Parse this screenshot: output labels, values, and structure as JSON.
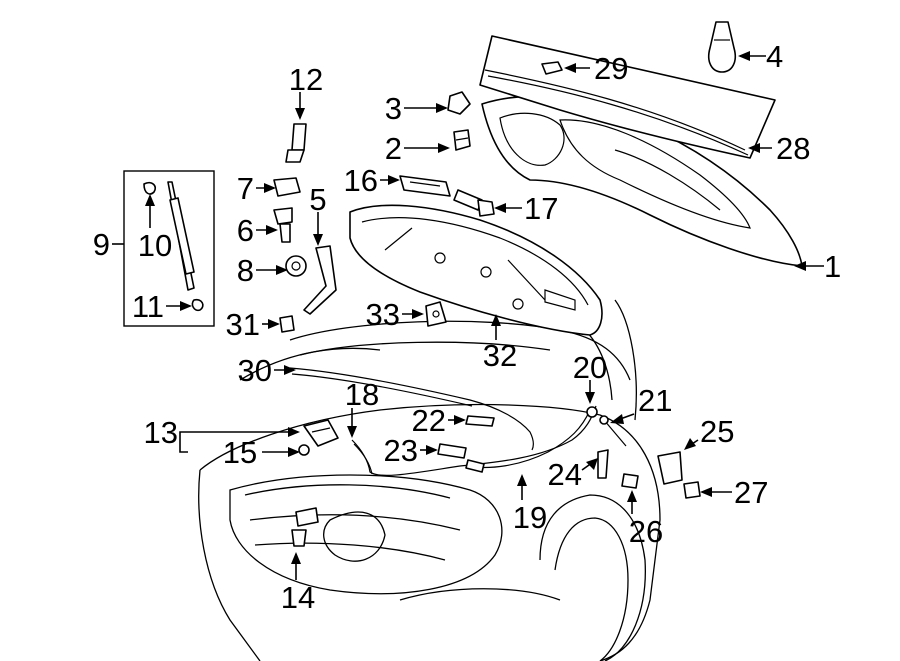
{
  "callouts": [
    "1",
    "2",
    "3",
    "4",
    "5",
    "6",
    "7",
    "8",
    "9",
    "10",
    "11",
    "12",
    "13",
    "14",
    "15",
    "16",
    "17",
    "18",
    "19",
    "20",
    "21",
    "22",
    "23",
    "24",
    "25",
    "26",
    "27",
    "28",
    "29",
    "30",
    "31",
    "32",
    "33"
  ],
  "colors": {
    "line": "#000000",
    "background": "#ffffff",
    "part_fill": "#ffffff"
  }
}
